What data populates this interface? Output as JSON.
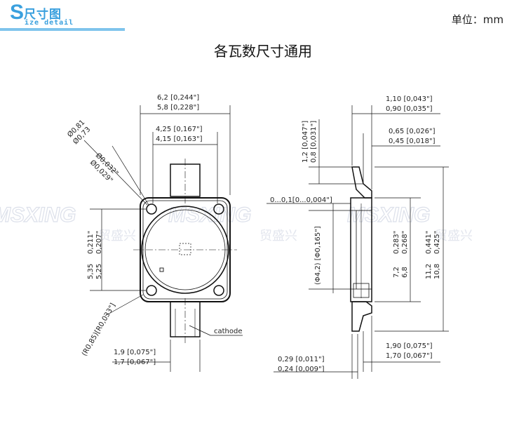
{
  "header": {
    "letter": "S",
    "cn": "尺寸图",
    "en": "ize detail"
  },
  "unit_label": "单位：mm",
  "title": "各瓦数尺寸通用",
  "watermark": {
    "latin": "MSXING",
    "cn": "贸盛兴"
  },
  "dims": {
    "w_total_1": "6,2 [0,244\"]",
    "w_total_2": "5,8 [0,228\"]",
    "w_inner_1": "4,25 [0,167\"]",
    "w_inner_2": "4,15 [0,163\"]",
    "hole_1": "Ø0,81",
    "hole_2": "Ø0,73",
    "hole_in_1": "Ø0,032\"",
    "hole_in_2": "Ø0,029\"",
    "h_inner_in_1": "0,211\"",
    "h_inner_in_2": "0,207\"",
    "h_inner_1": "5,35",
    "h_inner_2": "5,25",
    "radius": "(R0,85)[R0,033\"]",
    "lead_w_1": "1,9 [0,075\"]",
    "lead_w_2": "1,7 [0,067\"]",
    "cathode": "cathode",
    "side_t1_1": "1,10 [0,043\"]",
    "side_t1_2": "0,90 [0,035\"]",
    "side_t2_1": "0,65 [0,026\"]",
    "side_t2_2": "0,45 [0,018\"]",
    "side_h_1": "1,2 [0,047\"]",
    "side_h_2": "0,8 [0,031\"]",
    "flat": "0...0,1[0...0,004\"]",
    "lens_d": "(Φ4,2) [Φ0,165\"]",
    "h_body_in_1": "0,283\"",
    "h_body_in_2": "0,268\"",
    "h_body_1": "7,2",
    "h_body_2": "6,8",
    "h_total_in_1": "0,441\"",
    "h_total_in_2": "0,425\"",
    "h_total_1": "11,2",
    "h_total_2": "10,8",
    "lead_side_1": "1,90 [0,075\"]",
    "lead_side_2": "1,70 [0,067\"]",
    "lead_t_1": "0,29 [0,011\"]",
    "lead_t_2": "0,24 [0,009\"]"
  }
}
